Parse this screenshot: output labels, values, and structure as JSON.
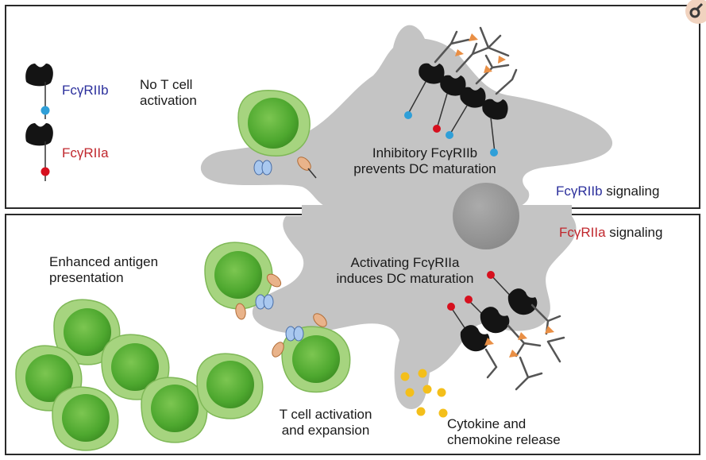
{
  "colors": {
    "fcgr2b_blue": "#2b2f9c",
    "fcgr2a_red": "#c0272d",
    "blue_dot": "#2f9fd8",
    "red_dot": "#d6101e",
    "cell_green": "#5bb538",
    "cell_green_light": "#a6d47f",
    "dc_gray": "#c4c4c4",
    "nucleus_gray": "#9a9a9a",
    "cytokine_yellow": "#f4bf1a",
    "antigen_orange": "#e98f45",
    "mhc_blue": "#a9c8ef"
  },
  "legend": {
    "fcgr2b_label": "FcγRIIb",
    "fcgr2a_label": "FcγRIIa"
  },
  "top_panel": {
    "no_activation_line1": "No T cell",
    "no_activation_line2": "activation",
    "inhibitory_line1": "Inhibitory FcγRIIb",
    "inhibitory_line2": "prevents DC maturation",
    "signaling_receptor": "FcγRIIb",
    "signaling_word": "signaling"
  },
  "bottom_panel": {
    "signaling_receptor": "FcγRIIa",
    "signaling_word": "signaling",
    "enhanced_line1": "Enhanced antigen",
    "enhanced_line2": "presentation",
    "activating_line1": "Activating FcγRIIa",
    "activating_line2": "induces DC maturation",
    "tcell_line1": "T cell activation",
    "tcell_line2": "and expansion",
    "cytokine_line1": "Cytokine and",
    "cytokine_line2": "chemokine release"
  }
}
